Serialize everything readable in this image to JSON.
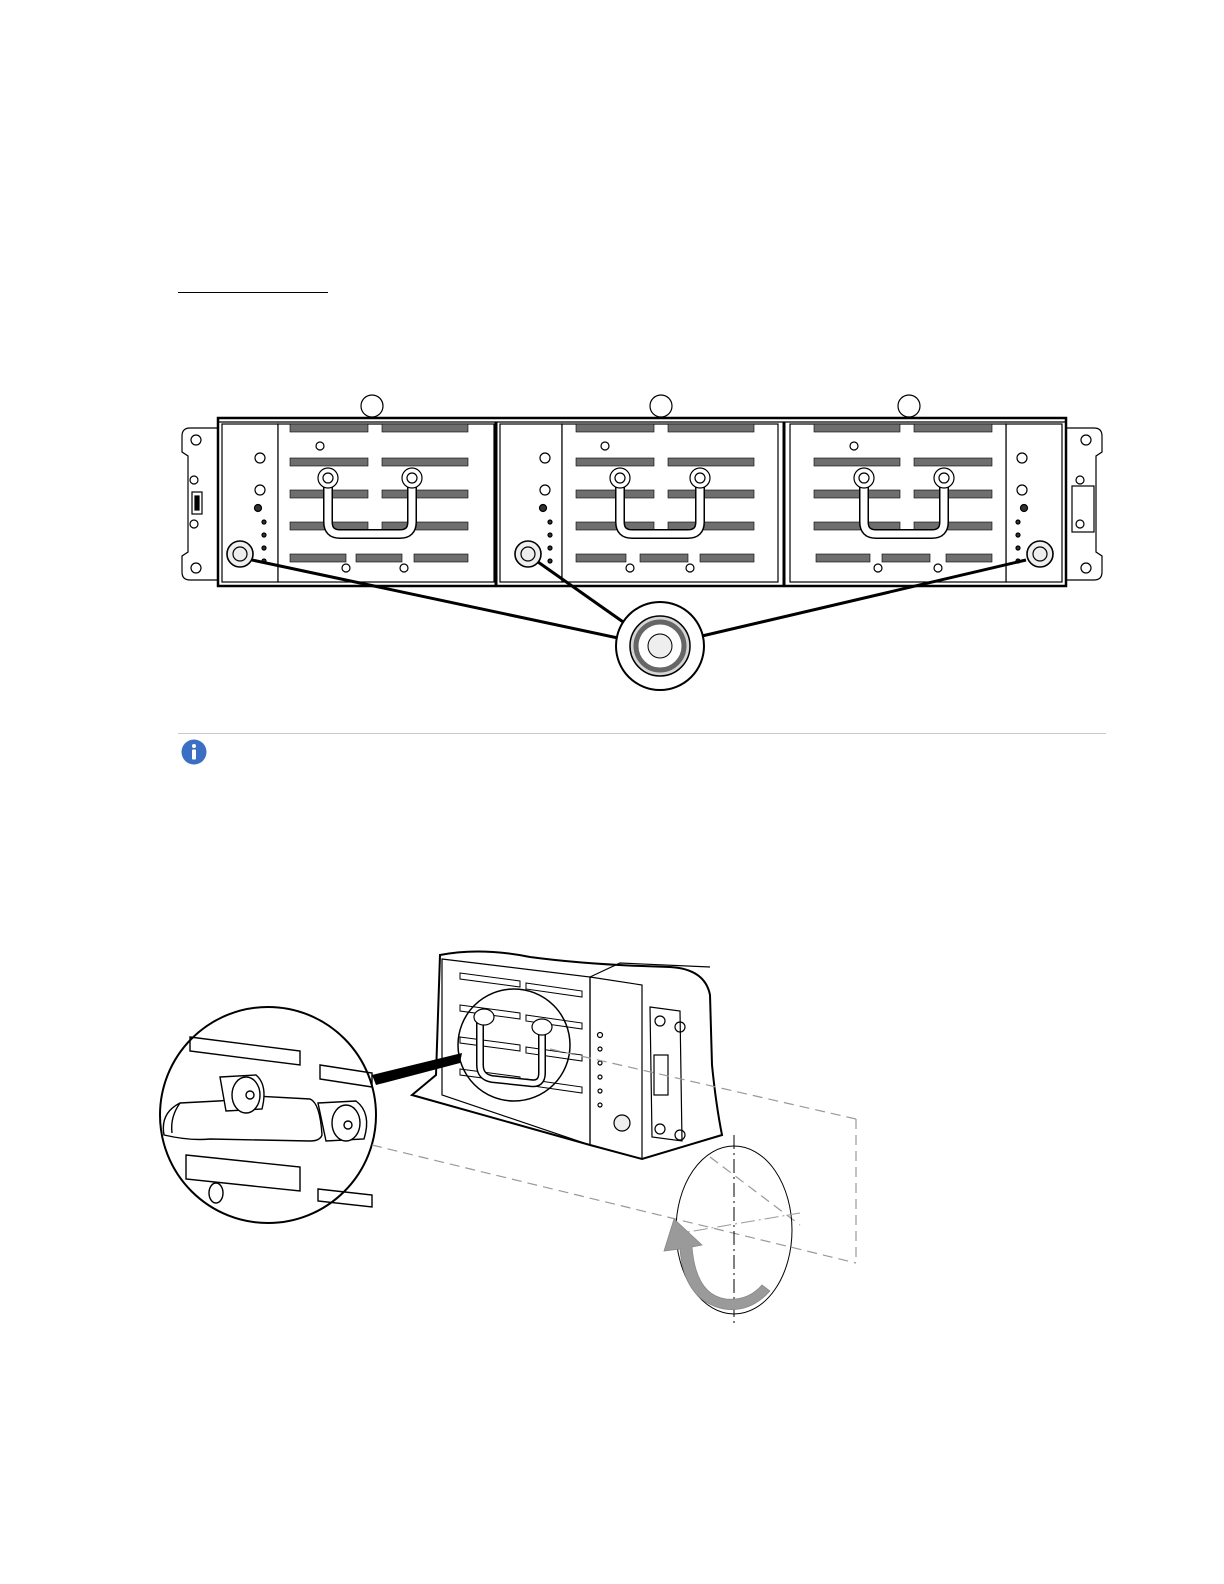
{
  "section": {
    "heading": ""
  },
  "figures": [
    {
      "id": "front-view",
      "icon": "drive-enclosure-front-illustration",
      "callouts": [
        "",
        "",
        ""
      ]
    },
    {
      "id": "handle-rotation",
      "icon": "handle-rotation-illustration"
    }
  ],
  "note": {
    "icon": "info-icon",
    "text": "",
    "accent": "#3b6fc4"
  },
  "colors": {
    "line": "#000000",
    "panel": "#ffffff",
    "slot": "#6e6e6e",
    "arrow": "#9a9a9a"
  }
}
